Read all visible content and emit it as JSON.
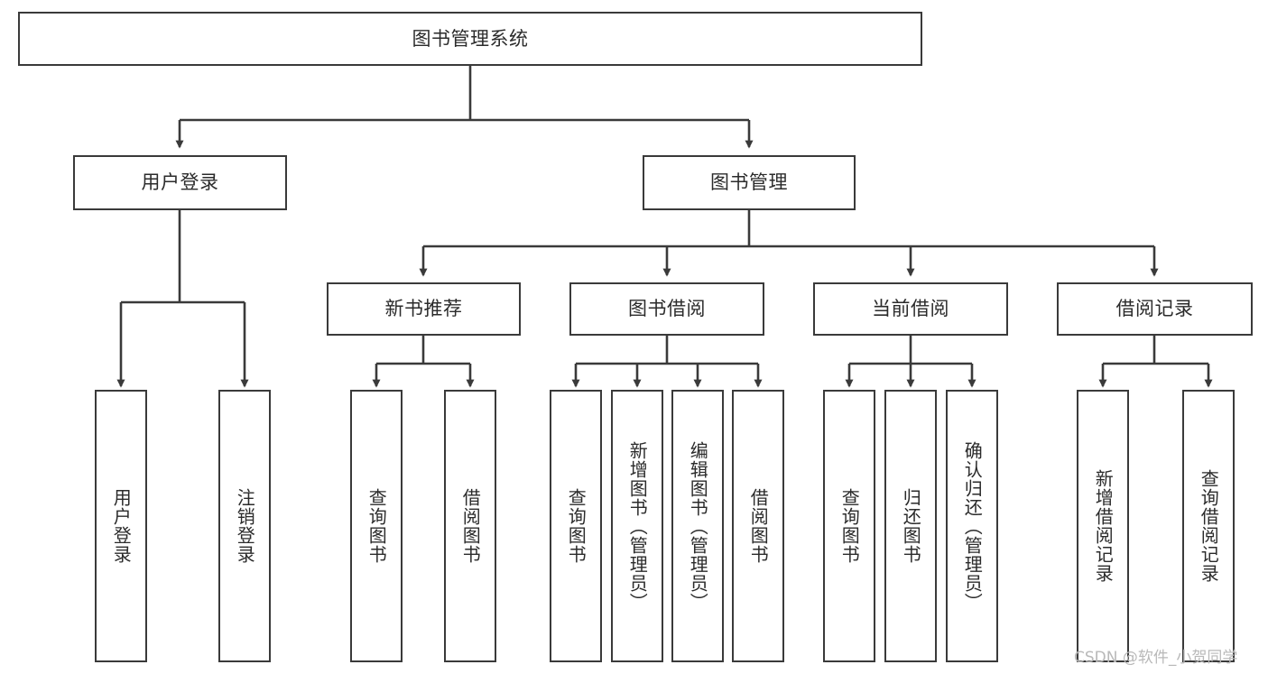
{
  "diagram": {
    "title": "图书管理系统",
    "type": "tree-hierarchy-functional-structure",
    "root": {
      "label": "图书管理系统"
    },
    "level1": [
      {
        "label": "用户登录"
      },
      {
        "label": "图书管理"
      }
    ],
    "level2": [
      {
        "label": "新书推荐"
      },
      {
        "label": "图书借阅"
      },
      {
        "label": "当前借阅"
      },
      {
        "label": "借阅记录"
      }
    ],
    "leaves": {
      "user_login": [
        {
          "label": "用户登录"
        },
        {
          "label": "注销登录"
        }
      ],
      "new_book_recommend": [
        {
          "label": "查询图书"
        },
        {
          "label": "借阅图书"
        }
      ],
      "book_borrow": [
        {
          "label": "查询图书"
        },
        {
          "label": "新增图书（管理员）"
        },
        {
          "label": "编辑图书（管理员）"
        },
        {
          "label": "借阅图书"
        }
      ],
      "current_borrow": [
        {
          "label": "查询图书"
        },
        {
          "label": "归还图书"
        },
        {
          "label": "确认归还（管理员）"
        }
      ],
      "borrow_record": [
        {
          "label": "新增借阅记录"
        },
        {
          "label": "查询借阅记录"
        }
      ]
    }
  },
  "watermark": {
    "text": "CSDN @软件_小贺同学"
  },
  "colors": {
    "stroke": "#3a3a3a",
    "box_fill": "#ffffff",
    "text": "#2b2b2b",
    "watermark": "#b9b9b9",
    "page_background": "#ffffff"
  }
}
